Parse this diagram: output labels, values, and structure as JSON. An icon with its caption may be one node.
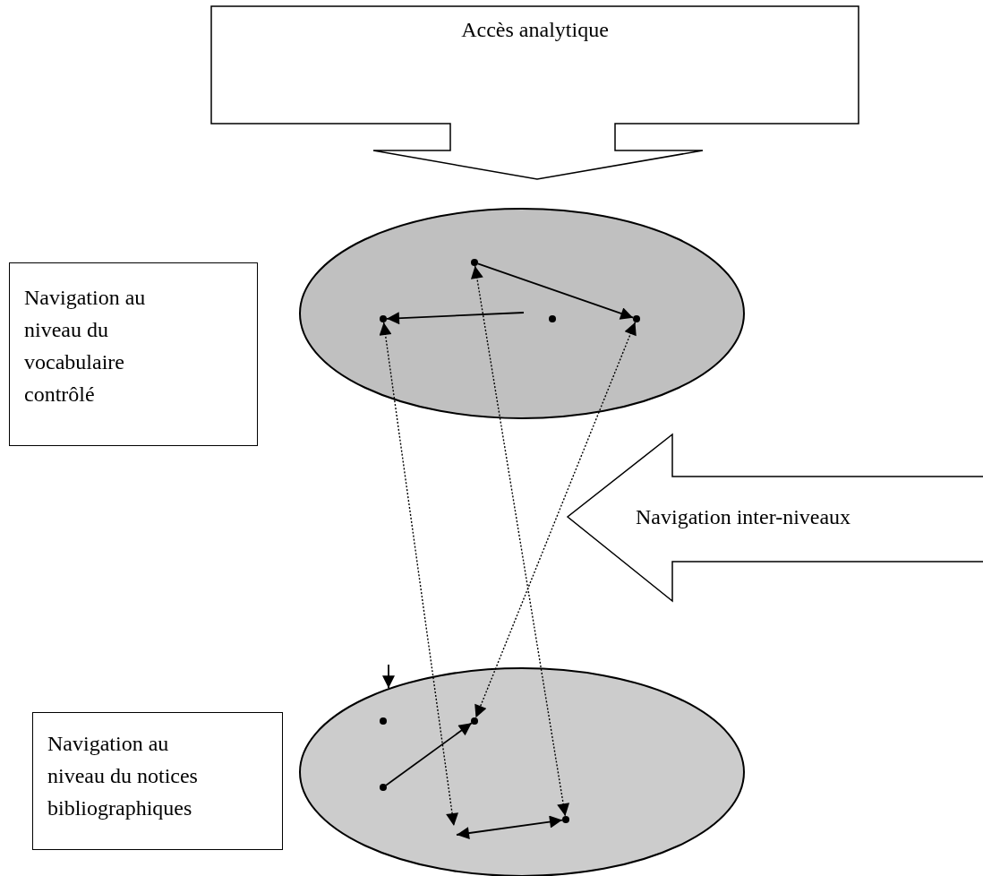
{
  "diagram": {
    "nodes": [
      {
        "text": [
          "Accès analytique"
        ]
      },
      {
        "text": [
          "Navigation au niveau du vocabulaire contrôlé"
        ]
      },
      {
        "text": [],
        "shape": "ellipse"
      },
      {
        "text": [],
        "shape": "circle",
        "in": 2
      },
      {
        "text": [],
        "shape": "circle",
        "in": 2
      },
      {
        "text": [],
        "shape": "circle",
        "in": 2
      },
      {
        "text": [],
        "shape": "circle",
        "in": 2
      },
      {
        "text": [
          "Navigation inter-niveaux"
        ]
      },
      {
        "text": [],
        "shape": "ellipse"
      },
      {
        "text": [],
        "shape": "circle",
        "in": 8
      },
      {
        "text": [],
        "shape": "circle",
        "in": 8
      },
      {
        "text": [],
        "shape": "circle",
        "in": 8
      },
      {
        "text": [],
        "shape": "circle",
        "in": 8
      },
      {
        "text": [
          "Navigation au niveau du notices bibliographiques"
        ]
      }
    ],
    "edges": [
      {
        "from": 3,
        "to": 6,
        "arrow": "to"
      },
      {
        "from": null,
        "to": 4,
        "arrow": "to"
      },
      {
        "from": 4,
        "to": null,
        "arrow": "both",
        "style": "dashed"
      },
      {
        "from": 3,
        "to": 12,
        "arrow": "both",
        "style": "dashed"
      },
      {
        "from": 6,
        "to": 10,
        "arrow": "both",
        "style": "dashed"
      },
      {
        "from": 11,
        "to": 10,
        "arrow": "to"
      },
      {
        "from": null,
        "to": 12,
        "arrow": "both"
      },
      {
        "from": null,
        "to": 8,
        "arrow": "to"
      }
    ]
  }
}
